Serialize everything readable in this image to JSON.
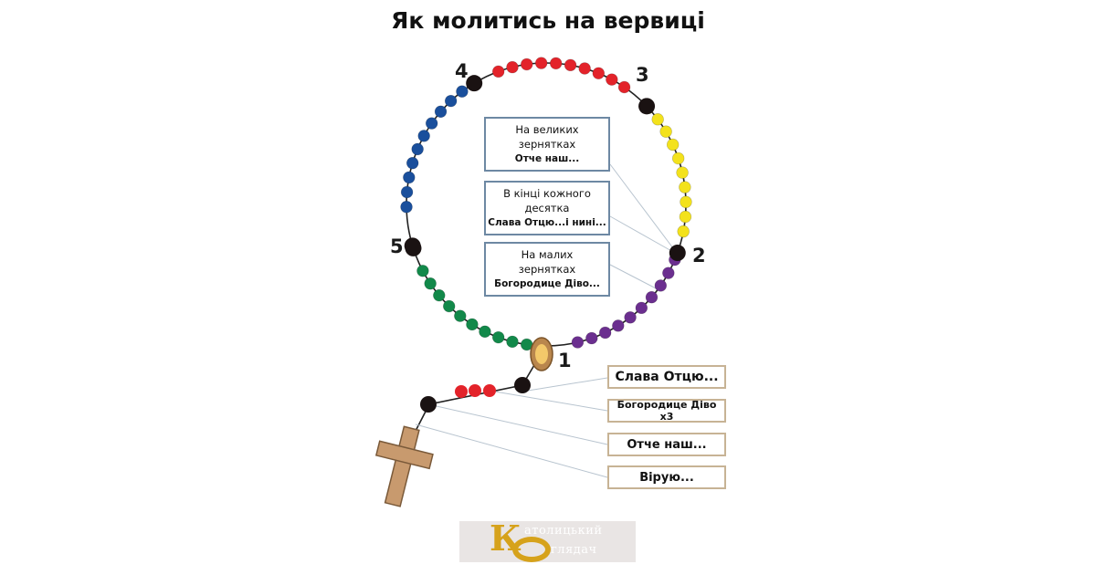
{
  "title": "Як молитись на вервиці",
  "numbers": [
    "1",
    "2",
    "3",
    "4",
    "5"
  ],
  "inner_boxes": [
    {
      "lines": [
        "На великих",
        "зернятках"
      ],
      "bold": "Отче наш..."
    },
    {
      "lines": [
        "В кінці кожного",
        "десятка"
      ],
      "bold": "Слава Отцю...і нині..."
    },
    {
      "lines": [
        "На малих",
        "зернятках"
      ],
      "bold": "Богородице Діво..."
    }
  ],
  "prayer_boxes": [
    "Слава Отцю...",
    "Богородице Діво х3",
    "Отче наш...",
    "Вірую..."
  ],
  "logo": {
    "letter_k": "К",
    "line1": "атолицький",
    "line2": "глядач"
  },
  "colors": {
    "decade_1": "#6b2f8f",
    "decade_2": "#f3e21c",
    "decade_3": "#e3232a",
    "decade_4": "#1a4f9c",
    "decade_5": "#12894a",
    "large_bead": "#1a1212",
    "pendant_small": "#e3232a",
    "cross": "#c89a6e",
    "chain": "#222222",
    "logo_gold": "#d6a21b"
  }
}
